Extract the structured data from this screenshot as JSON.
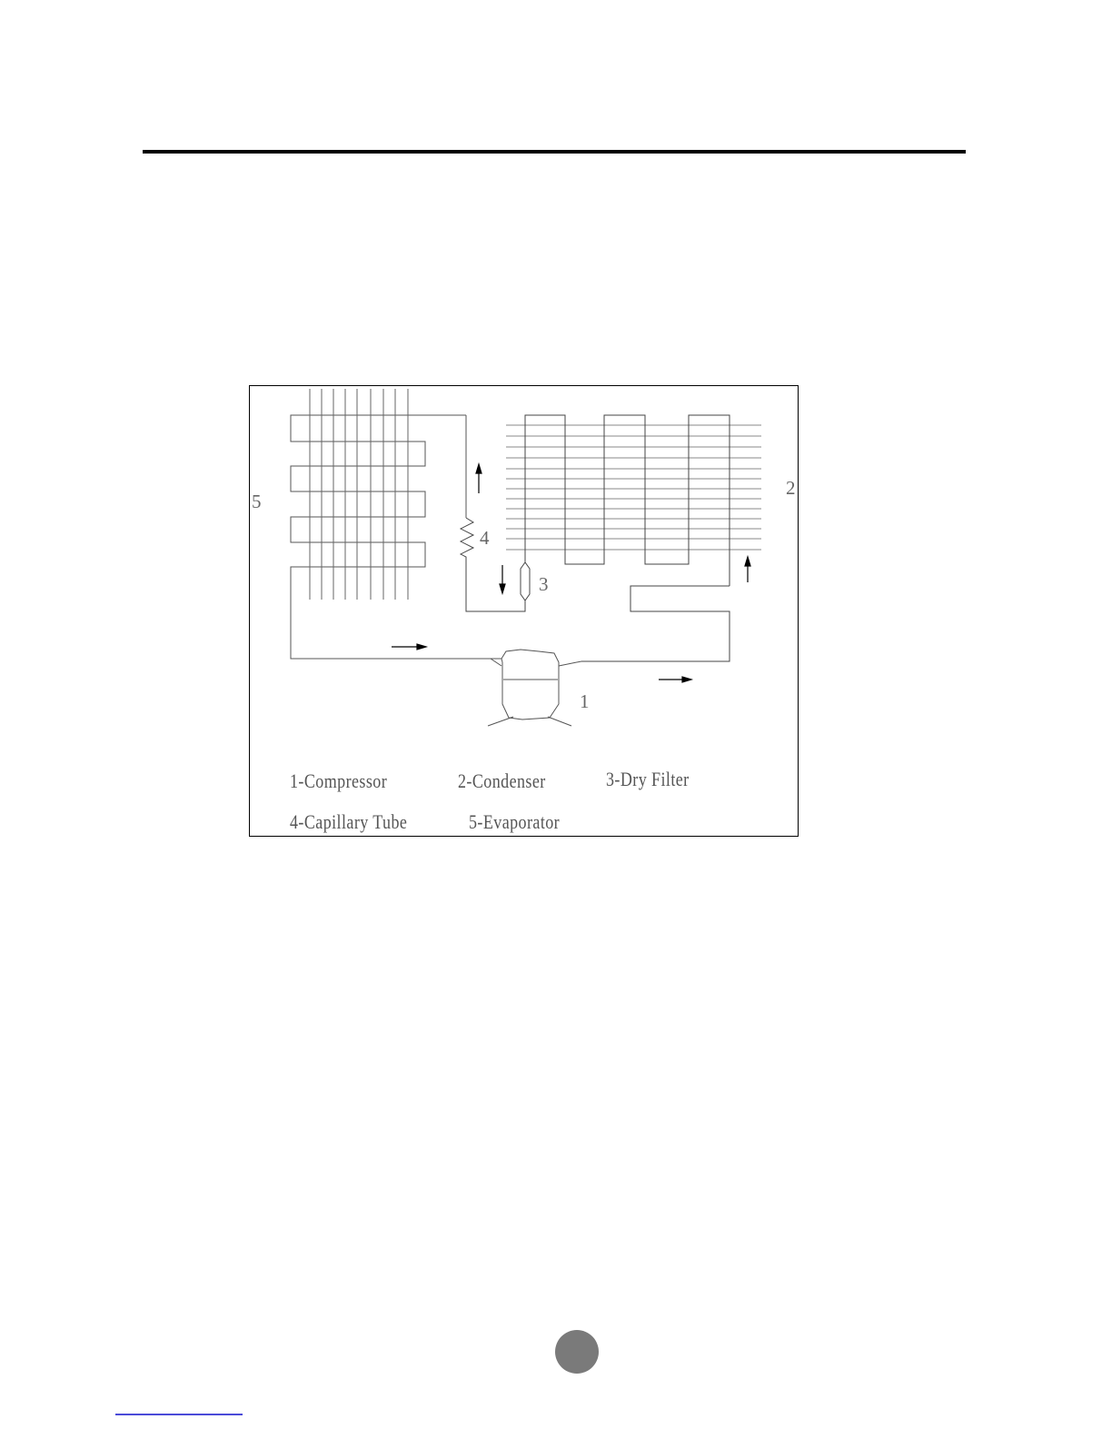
{
  "diagram": {
    "callouts": {
      "c1": "1",
      "c2": "2",
      "c3": "3",
      "c4": "4",
      "c5": "5"
    },
    "legend": {
      "compressor": "1-Compressor",
      "condenser": "2-Condenser",
      "dry_filter": "3-Dry Filter",
      "capillary_tube": "4-Capillary Tube",
      "evaporator": "5-Evaporator"
    }
  },
  "colors": {
    "line": "#444444",
    "border": "#000000",
    "page_marker": "#7a7a7a",
    "link": "#4a4ad8"
  }
}
